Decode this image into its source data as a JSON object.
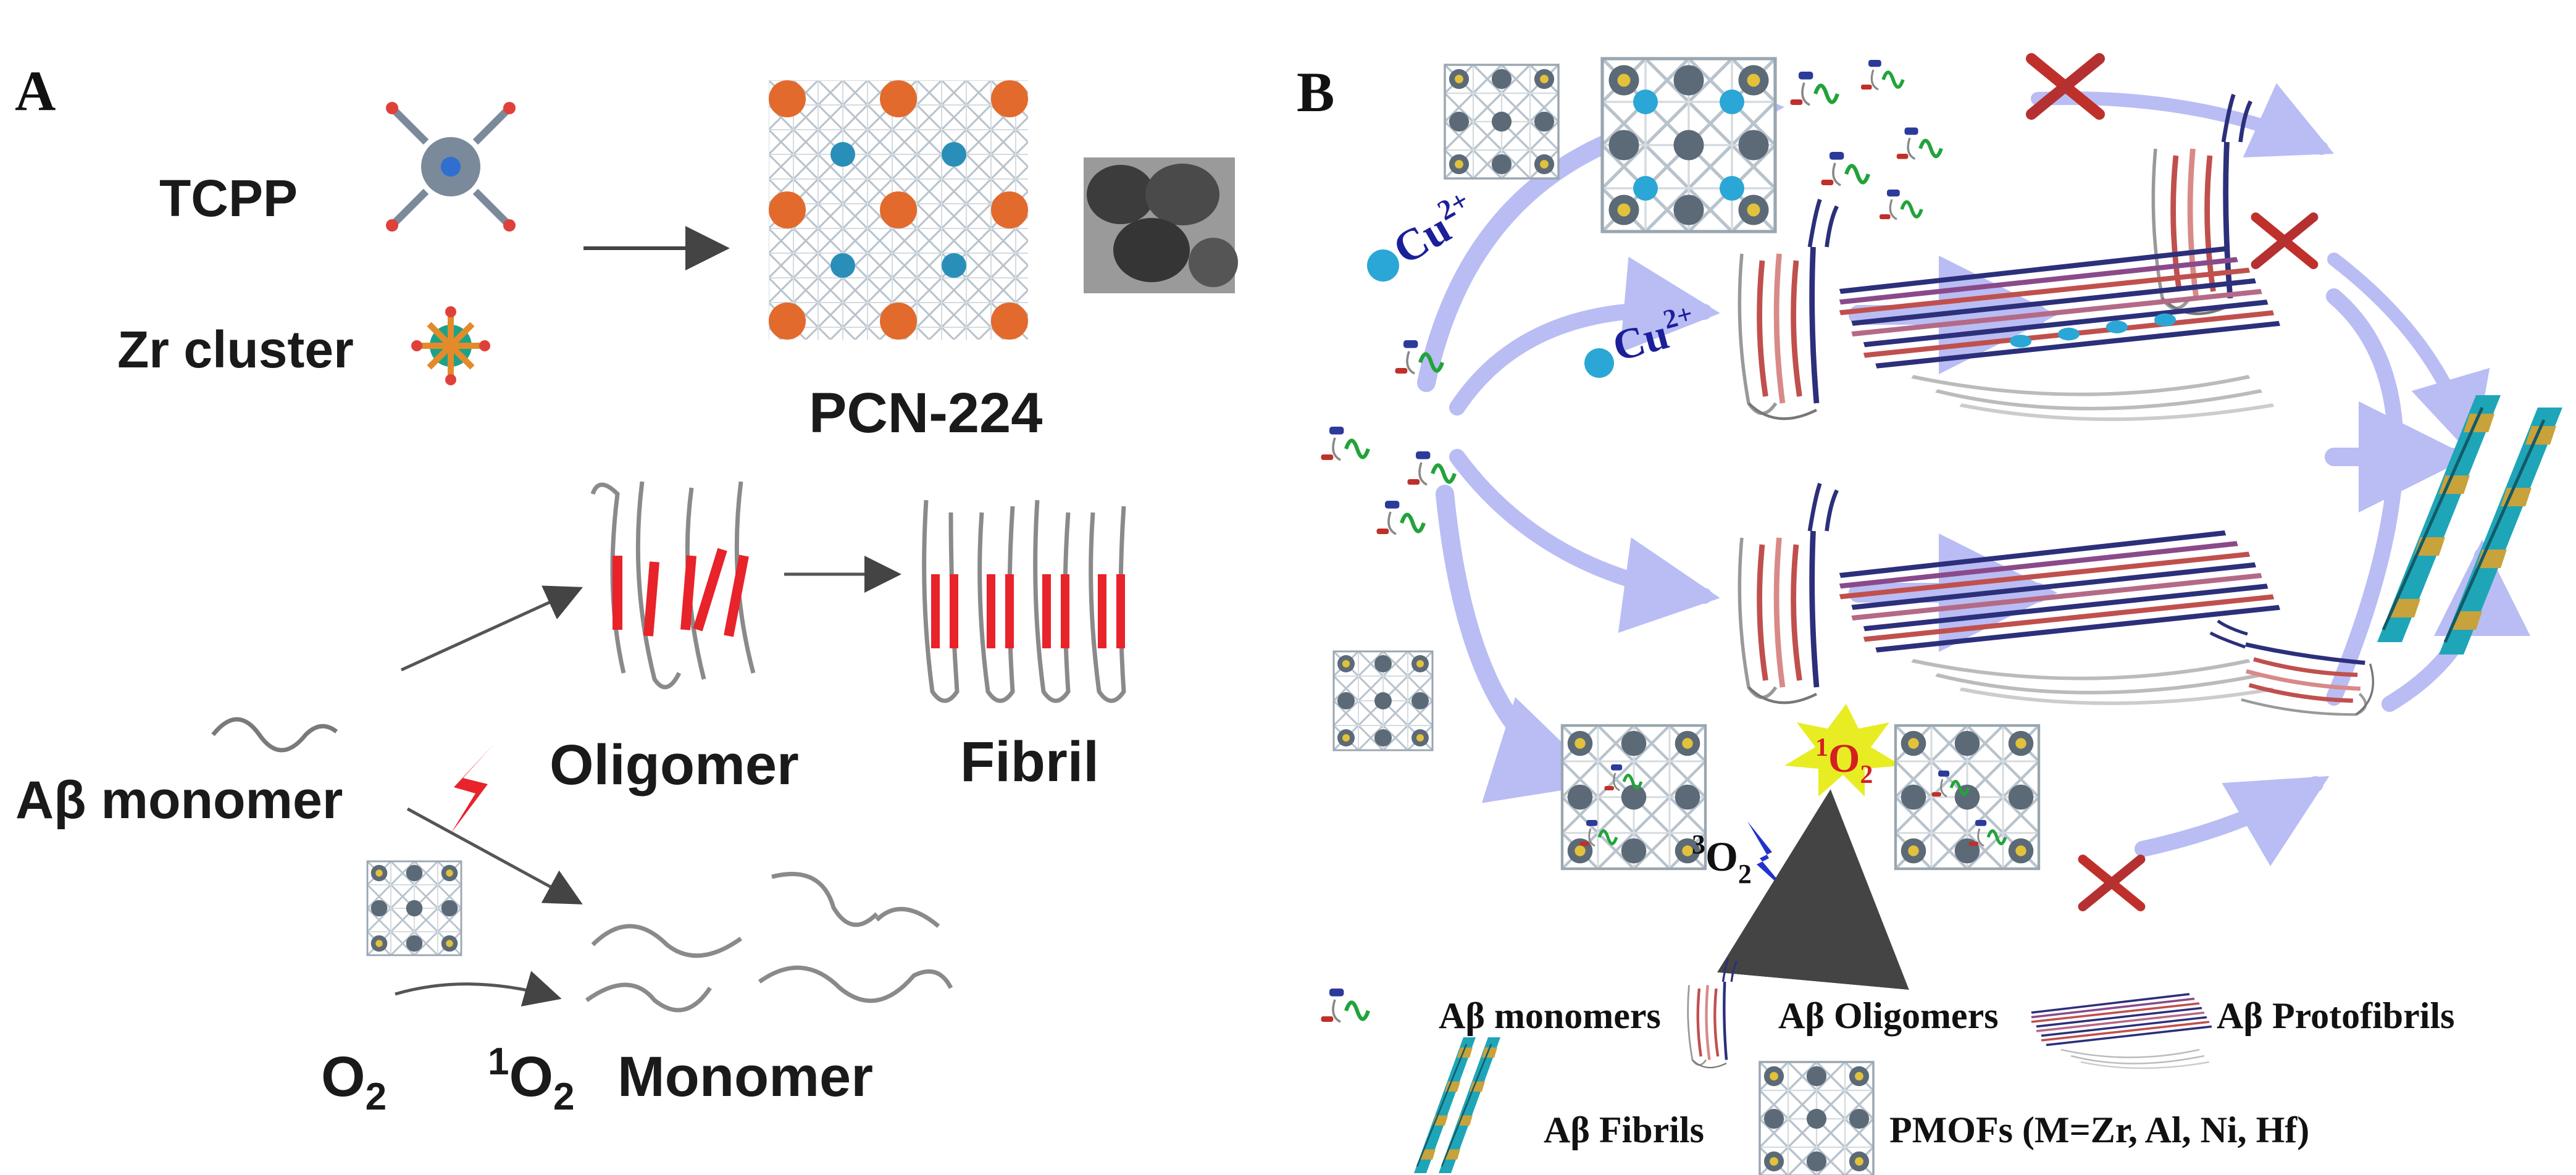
{
  "panel_a": {
    "letter": "A",
    "tcpp": "TCPP",
    "zr_cluster": "Zr cluster",
    "pcn": "PCN-224",
    "monomer_start": "Aβ monomer",
    "oligomer": "Oligomer",
    "fibril": "Fibril",
    "o2": "O",
    "o2_sub": "2",
    "singlet_sup": "1",
    "singlet_o": "O",
    "singlet_sub": "2",
    "monomer_end": "Monomer"
  },
  "panel_b": {
    "letter": "B",
    "cu_1": "Cu",
    "cu_1_sup": "2+",
    "cu_2": "Cu",
    "cu_2_sup": "2+",
    "singlet_sup": "1",
    "singlet_o": "O",
    "singlet_sub": "2",
    "triplet_sup": "3",
    "triplet_o": "O",
    "triplet_sub": "2",
    "legend": {
      "monomers": "Aβ monomers",
      "oligomers": "Aβ Oligomers",
      "protofibrils": "Aβ Protofibrils",
      "fibrils": "Aβ Fibrils",
      "pmofs": "PMOFs (M=Zr, Al, Ni, Hf)"
    }
  },
  "colors": {
    "arrow_blue": "#b9bdf4",
    "red_segment": "#e8232a",
    "fibril_cyan": "#1fa5b8",
    "fibril_gold": "#c8a23a",
    "oligomer_red": "#c0504d",
    "oligomer_navy": "#2c2f7a",
    "cu_ion": "#2aa7d6",
    "mof_orange": "#e26a2c",
    "cross_red": "#c0302a"
  }
}
